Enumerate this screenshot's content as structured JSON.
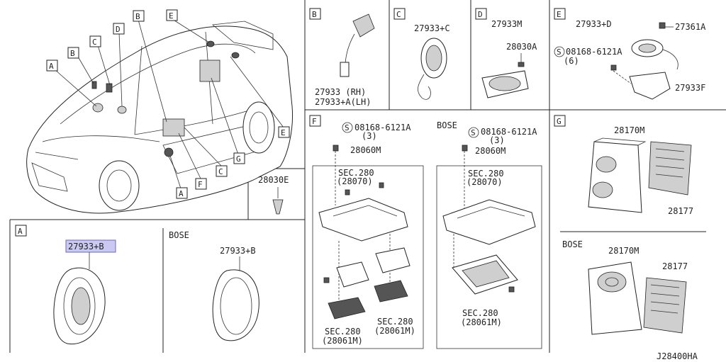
{
  "diagram": {
    "ref_code": "J28400HA",
    "overview_callouts": [
      "A",
      "B",
      "C",
      "D",
      "E",
      "A",
      "F",
      "C",
      "G",
      "E"
    ],
    "panels": {
      "A": {
        "letter": "A",
        "part": "27933+B",
        "bose_label": "BOSE",
        "bose_part": "27933+B"
      },
      "B": {
        "letter": "B",
        "part_rh": "27933   (RH)",
        "part_lh": "27933+A(LH)"
      },
      "C": {
        "letter": "C",
        "part": "27933+C"
      },
      "D": {
        "letter": "D",
        "part": "27933M",
        "screw": "28030A"
      },
      "E": {
        "letter": "E",
        "part": "27933+D",
        "screw_part": "27361A",
        "bolt": "08168-6121A",
        "bolt_qty": "(6)",
        "bracket": "27933F"
      },
      "screw_panel": {
        "part": "28030E"
      },
      "F": {
        "letter": "F",
        "bolt": "08168-6121A",
        "bolt_qty": "(3)",
        "bracket": "28060M",
        "sec_a": "SEC.280",
        "sec_a_ref": "(28070)",
        "sec_b": "SEC.280",
        "sec_b_ref": "(28061M)",
        "sec_c": "SEC.280",
        "sec_c_ref": "(28061M)"
      },
      "F_bose": {
        "label": "BOSE",
        "bolt": "08168-6121A",
        "bolt_qty": "(3)",
        "bracket": "28060M",
        "sec_a": "SEC.280",
        "sec_a_ref": "(28070)",
        "sec_b": "SEC.280",
        "sec_b_ref": "(28061M)"
      },
      "G": {
        "letter": "G",
        "amp": "28170M",
        "module": "28177",
        "bose_label": "BOSE",
        "bose_amp": "28170M",
        "bose_module": "28177"
      }
    }
  }
}
